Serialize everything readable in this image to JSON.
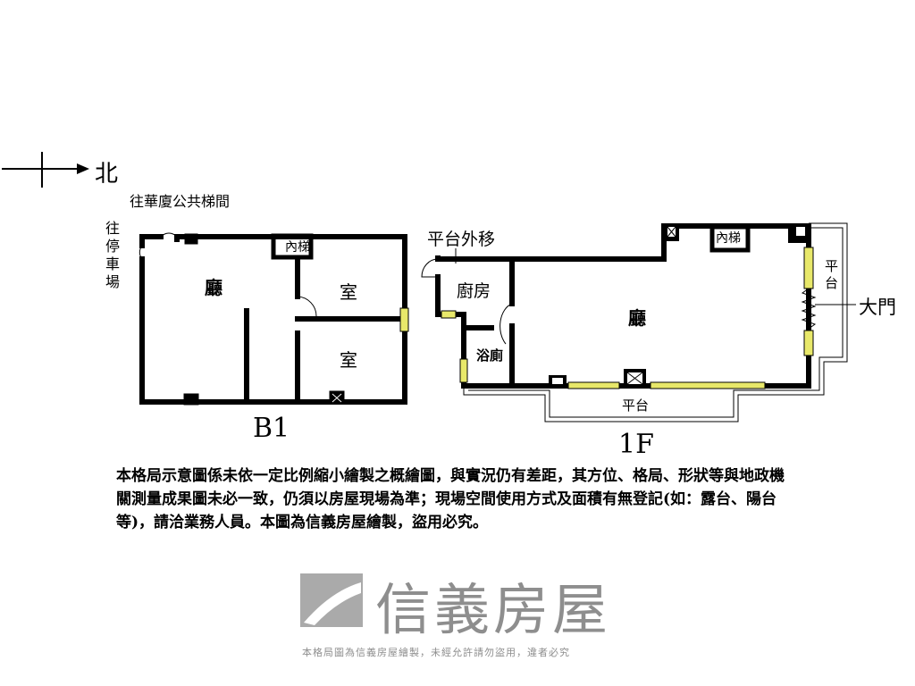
{
  "compass": {
    "direction": "北"
  },
  "b1": {
    "title": "B1",
    "labels": {
      "public_stair": "往華廈公共梯間",
      "parking": "往停車場",
      "stair": "內梯",
      "living": "廳",
      "room1": "室",
      "room2": "室"
    }
  },
  "f1": {
    "title": "1F",
    "labels": {
      "platform_moved": "平台外移",
      "kitchen": "廚房",
      "bath": "浴廁",
      "living": "廳",
      "stair": "內梯",
      "platform_right": "平台",
      "platform_bottom": "平台",
      "main_door": "大門"
    }
  },
  "watermark": {
    "brand": "信義房屋",
    "notice": "本格局圖為信義房屋繪製，未經允許請勿盜用，違者必究"
  },
  "disclaimer": "本格局示意圖係未依一定比例縮小繪製之概繪圖，與實況仍有差距，其方位、格局、形狀等與地政機關測量成果圖未必一致，仍須以房屋現場為準；現場空間使用方式及面積有無登記(如：露台、陽台等)，請洽業務人員。本圖為信義房屋繪製，盜用必究。",
  "colors": {
    "wall": "#000000",
    "window": "#e8e86a",
    "watermark": "#8e8e8e"
  }
}
